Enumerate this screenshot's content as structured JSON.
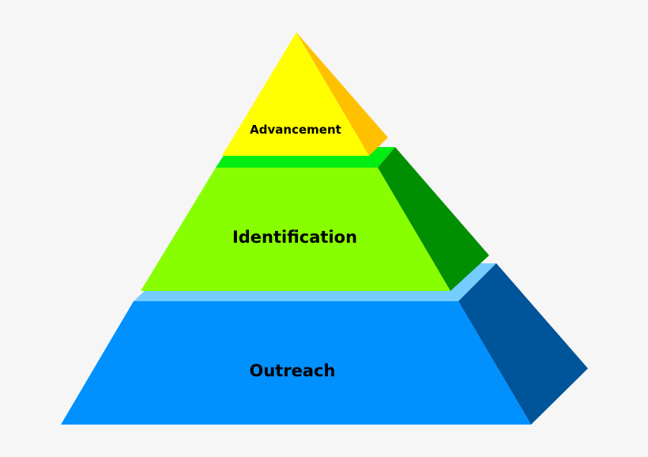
{
  "pyramid": {
    "tiers": [
      {
        "label": "Advancement",
        "front_color": "#ffff00",
        "side_color": "#ffc000",
        "top_color": null
      },
      {
        "label": "Identification",
        "front_color": "#88ff00",
        "side_color": "#008f00",
        "top_color": "#00ee11"
      },
      {
        "label": "Outreach",
        "front_color": "#0091ff",
        "side_color": "#00549a",
        "top_color": "#74ccff"
      }
    ],
    "background_color": "#f6f6f6"
  }
}
